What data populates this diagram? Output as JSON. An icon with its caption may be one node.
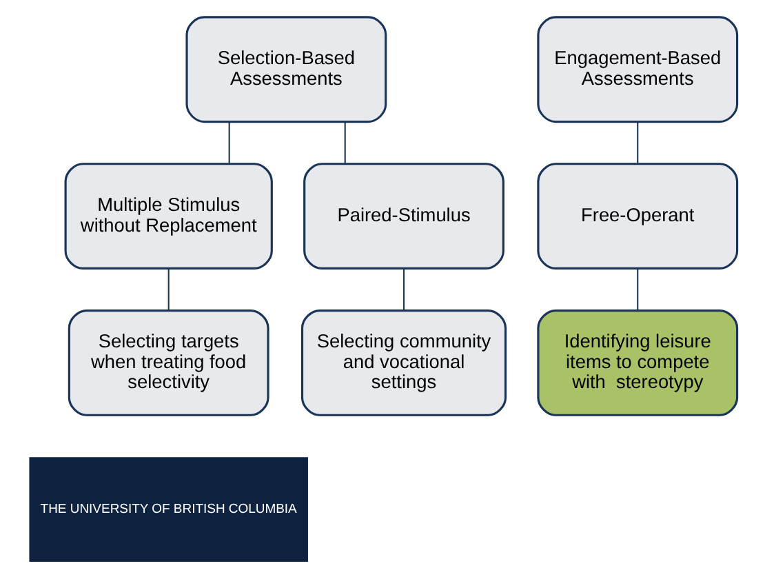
{
  "diagram": {
    "nodes": [
      {
        "text": [
          "Selection-Based Assessments"
        ]
      },
      {
        "text": [
          "Engagement-Based Assessments"
        ]
      },
      {
        "text": [
          "Multiple Stimulus without Replacement"
        ]
      },
      {
        "text": [
          "Paired-Stimulus"
        ]
      },
      {
        "text": [
          "Free-Operant"
        ]
      },
      {
        "text": [
          "Selecting targets when treating food selectivity"
        ]
      },
      {
        "text": [
          "Selecting community and vocational settings"
        ]
      },
      {
        "text": [
          "Identifying leisure items to compete with  stereotypy"
        ]
      }
    ],
    "edges": [
      {
        "from": 0,
        "to": 2,
        "arrow": "none"
      },
      {
        "from": 0,
        "to": 3,
        "arrow": "none"
      },
      {
        "from": 1,
        "to": 4,
        "arrow": "none"
      },
      {
        "from": 2,
        "to": 5,
        "arrow": "none"
      },
      {
        "from": 3,
        "to": 6,
        "arrow": "none"
      },
      {
        "from": 4,
        "to": 7,
        "arrow": "none"
      }
    ],
    "labels": [
      "THE UNIVERSITY OF BRITISH COLUMBIA"
    ]
  }
}
